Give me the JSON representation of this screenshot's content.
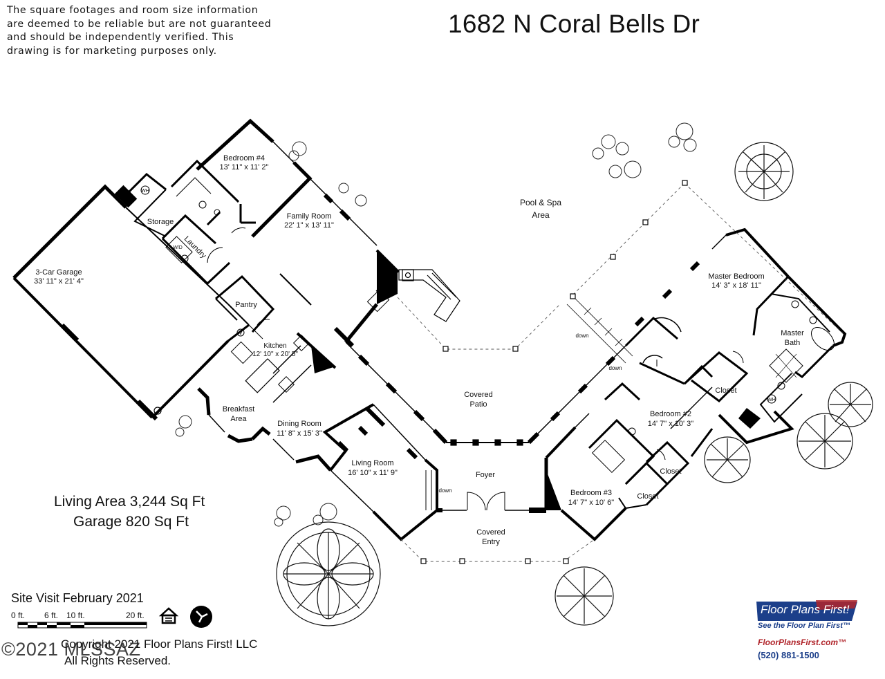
{
  "disclaimer": {
    "line1": "The square footages and room size information",
    "line2": "are deemed to be reliable but are not guaranteed",
    "line3": "and should be independently verified. This",
    "line4": "drawing is for marketing purposes only."
  },
  "address": "1682 N Coral Bells Dr",
  "areas": {
    "living": "Living Area 3,244 Sq Ft",
    "garage": "Garage 820 Sq Ft"
  },
  "site_visit": "Site Visit February 2021",
  "scale": {
    "zero": "0 ft.",
    "six": "6 ft.",
    "ten": "10 ft.",
    "twenty": "20 ft."
  },
  "copyright": {
    "line1": "Copyright 2021 Floor Plans First! LLC",
    "line2": "All Rights Reserved."
  },
  "mls_watermark": "©2021 MLSSAZ",
  "brand": {
    "name": "Floor Plans First!",
    "tagline": "See the Floor Plan First™",
    "url": "FloorPlansFirst.com™",
    "phone": "(520) 881-1500",
    "blue": "#1c3f8a",
    "red": "#b0242a"
  },
  "rooms": {
    "bedroom4": {
      "name": "Bedroom #4",
      "size": "13' 11\" x 11' 2\""
    },
    "family": {
      "name": "Family Room",
      "size": "22' 1\" x 13' 11\""
    },
    "storage": {
      "name": "Storage"
    },
    "laundry": {
      "name": "Laundry"
    },
    "wh": "WH",
    "wd": "W/D",
    "garage": {
      "name": "3-Car Garage",
      "size": "33' 11\" x 21' 4\""
    },
    "pantry": {
      "name": "Pantry"
    },
    "kitchen": {
      "name": "Kitchen",
      "size": "12' 10\" x 20' 5\""
    },
    "v": "V",
    "breakfast": {
      "name": "Breakfast",
      "name2": "Area"
    },
    "dining": {
      "name": "Dining Room",
      "size": "11' 8\" x 15' 3\""
    },
    "living": {
      "name": "Living Room",
      "size": "16' 10\" x 11' 9\""
    },
    "pool": {
      "name": "Pool & Spa",
      "name2": "Area"
    },
    "patio": {
      "name": "Covered",
      "name2": "Patio"
    },
    "foyer": {
      "name": "Foyer"
    },
    "entry": {
      "name": "Covered",
      "name2": "Entry"
    },
    "master": {
      "name": "Master Bedroom",
      "size": "14' 3\" x 18' 11\""
    },
    "masterbath": {
      "name": "Master",
      "name2": "Bath"
    },
    "closet": "Closet",
    "bedroom2": {
      "name": "Bedroom #2",
      "size": "14' 7\" x 10' 3\""
    },
    "bedroom3": {
      "name": "Bedroom #3",
      "size": "14' 7\" x 10' 6\""
    },
    "down": "down"
  }
}
